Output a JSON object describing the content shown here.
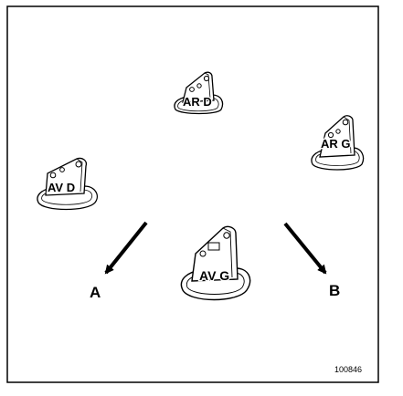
{
  "figure": {
    "parts": [
      {
        "id": "ar-d",
        "label": "AR D"
      },
      {
        "id": "ar-g",
        "label": "AR G"
      },
      {
        "id": "av-d",
        "label": "AV D"
      },
      {
        "id": "av-g",
        "label": "AV G"
      }
    ],
    "arrows": [
      {
        "id": "a",
        "label": "A"
      },
      {
        "id": "b",
        "label": "B"
      }
    ],
    "reference": "100846"
  }
}
